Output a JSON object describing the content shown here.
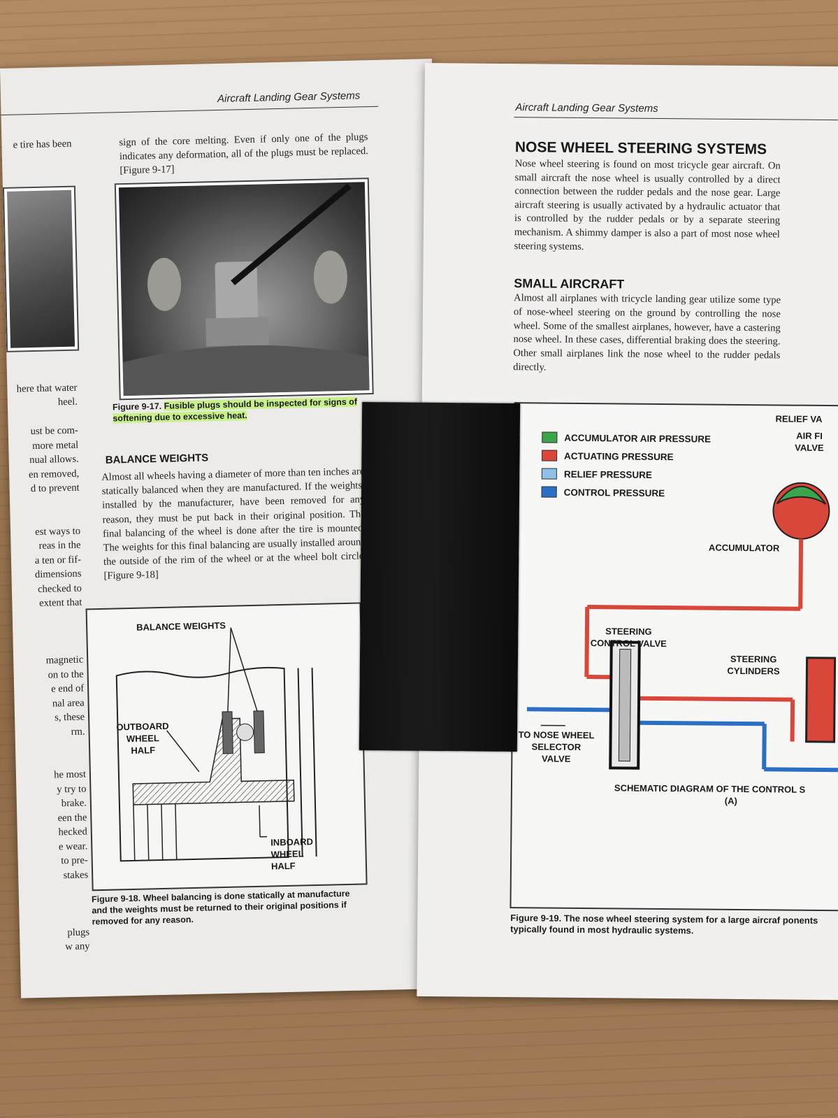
{
  "left_page": {
    "running_head": "Aircraft Landing Gear Systems",
    "cut_column": [
      "e tire has been",
      "",
      "",
      "",
      "",
      "",
      "",
      "",
      "",
      "",
      "",
      "",
      "",
      "",
      "",
      "",
      "",
      "here that water",
      "heel.",
      "",
      "ust be com-",
      "more metal",
      "nual allows.",
      "en removed,",
      "d to prevent",
      "",
      "",
      "est ways to",
      "reas in the",
      "a ten or fif-",
      "dimensions",
      "checked to",
      "extent that",
      "",
      "",
      "",
      "magnetic",
      "on to the",
      "e end of",
      "nal area",
      "s, these",
      "rm.",
      "",
      "",
      "he most",
      "y try to",
      "brake.",
      "een the",
      "hecked",
      "e wear.",
      "to pre-",
      "stakes",
      "",
      "",
      "",
      "plugs",
      "w any"
    ],
    "intro_text": "sign of the core melting. Even if only one of the plugs indicates any deformation, all of the plugs must be replaced. [Figure 9-17]",
    "fig17_caption_label": "Figure 9-17.",
    "fig17_caption_text": "Fusible plugs should be inspected for signs of softening due to excessive heat.",
    "balance_heading": "BALANCE WEIGHTS",
    "balance_text": "Almost all wheels having a diameter of more than ten inches are statically balanced when they are manufactured. If the weights, installed by the manufacturer, have been removed for any reason, they must be put back in their original position. The final balancing of the wheel is done after the tire is mounted. The weights for this final balancing are usually installed around the outside of the rim of the wheel or at the wheel bolt circle. [Figure 9-18]",
    "fig18_labels": {
      "balance_weights": "BALANCE WEIGHTS",
      "outboard": "OUTBOARD\nWHEEL\nHALF",
      "inboard": "INBOARD\nWHEEL\nHALF"
    },
    "fig18_caption": "Figure 9-18. Wheel balancing is done statically at manufacture and the weights must be returned to their original positions if removed for any reason."
  },
  "right_page": {
    "running_head": "Aircraft Landing Gear Systems",
    "heading1": "NOSE WHEEL STEERING SYSTEMS",
    "para1": "Nose wheel steering is found on most tricycle gear aircraft. On small aircraft the nose wheel is usually controlled by a direct connection between the rudder pedals and the nose gear. Large aircraft steering is usually activated by a hydraulic actuator that is controlled by the rudder pedals or by a separate steering mechanism. A shimmy damper is also a part of most nose wheel steering systems.",
    "heading2": "SMALL AIRCRAFT",
    "para2": "Almost all airplanes with tricycle landing gear utilize some type of nose-wheel steering on the ground by controlling the nose wheel. Some of the smallest airplanes, however, have a castering nose wheel. In these cases, differential braking does the steering. Other small airplanes link the nose wheel to the rudder pedals directly.",
    "legend": [
      {
        "label": "ACCUMULATOR AIR PRESSURE",
        "color": "#3aa54a"
      },
      {
        "label": "ACTUATING PRESSURE",
        "color": "#d9463a"
      },
      {
        "label": "RELIEF PRESSURE",
        "color": "#8ec0e8"
      },
      {
        "label": "CONTROL PRESSURE",
        "color": "#2a6fc4"
      }
    ],
    "diagram_labels": {
      "relief": "RELIEF VA",
      "air_fill": "AIR FI\nVALVE",
      "accumulator": "ACCUMULATOR",
      "steering_control_valve": "STEERING\nCONTROL VALVE",
      "steering_cylinders": "STEERING\nCYLINDERS",
      "to_nose_wheel": "TO NOSE WHEEL\nSELECTOR\nVALVE",
      "schematic": "SCHEMATIC DIAGRAM OF THE CONTROL S",
      "panel": "(A)"
    },
    "fig19_caption": "Figure 9-19. The nose wheel steering system for a large aircraf ponents typically found in most hydraulic systems."
  }
}
